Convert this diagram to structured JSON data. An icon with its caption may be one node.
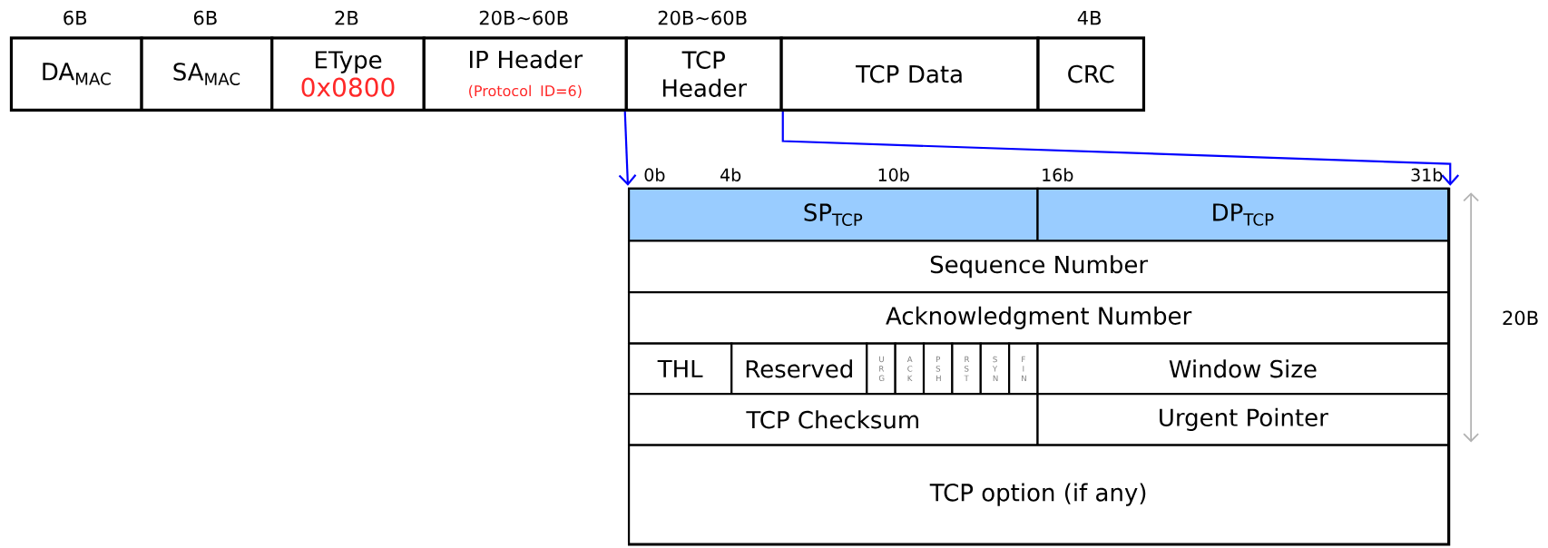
{
  "diagram": {
    "nodes": [
      {
        "text": [
          "DA$_{MAC}$"
        ],
        "beside": [
          "6B"
        ]
      },
      {
        "text": [
          "SA$_{MAC}$"
        ],
        "beside": [
          "6B"
        ]
      },
      {
        "text": [
          "EType",
          "0x0800"
        ],
        "beside": [
          "2B"
        ]
      },
      {
        "text": [
          "IP Header",
          "(Protocol ID=6)"
        ],
        "beside": [
          "20B~60B"
        ]
      },
      {
        "text": [
          "TCP Header"
        ],
        "beside": [
          "20B~60B"
        ]
      },
      {
        "text": [
          "TCP Data"
        ]
      },
      {
        "text": [
          "CRC"
        ],
        "beside": [
          "4B"
        ]
      },
      {
        "text": [],
        "shape": "box"
      },
      {
        "text": [
          "SP$_{TCP}$"
        ],
        "in": 7
      },
      {
        "text": [
          "DP$_{TCP}$"
        ],
        "in": 7
      },
      {
        "text": [
          "Sequence Number"
        ],
        "in": 7
      },
      {
        "text": [
          "Acknowledgment Number"
        ],
        "in": 7
      },
      {
        "text": [
          "THL"
        ],
        "in": 7
      },
      {
        "text": [
          "Reserved"
        ],
        "in": 7
      },
      {
        "text": [
          "U R G"
        ],
        "in": 7
      },
      {
        "text": [
          "A C K"
        ],
        "in": 7
      },
      {
        "text": [
          "P S H"
        ],
        "in": 7
      },
      {
        "text": [
          "R S T"
        ],
        "in": 7
      },
      {
        "text": [
          "S Y N"
        ],
        "in": 7
      },
      {
        "text": [
          "F I N"
        ],
        "in": 7
      },
      {
        "text": [
          "Window Size"
        ],
        "in": 7
      },
      {
        "text": [
          "TCP Checksum"
        ],
        "in": 7
      },
      {
        "text": [
          "Urgent Pointer"
        ],
        "in": 7
      },
      {
        "text": [
          "TCP option (if any)"
        ],
        "in": 7
      }
    ],
    "edges": [
      {
        "from": 4,
        "to": 7,
        "arrow": "to"
      },
      {
        "from": 4,
        "to": 7,
        "arrow": "to"
      }
    ],
    "labels": [
      "0b",
      "4b",
      "10b",
      "16b",
      "31b",
      "20B"
    ]
  }
}
